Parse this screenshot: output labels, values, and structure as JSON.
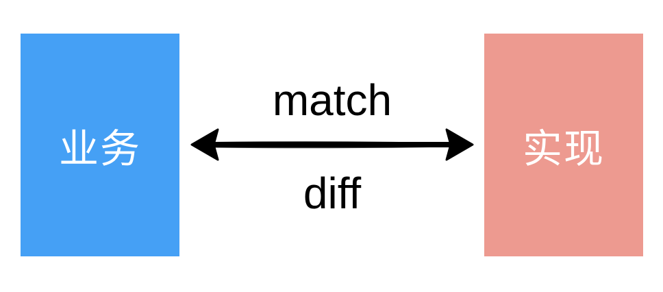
{
  "left_box": {
    "label": "业务",
    "color": "#45a0f5"
  },
  "right_box": {
    "label": "实现",
    "color": "#ed9a90"
  },
  "arrow": {
    "top_label": "match",
    "bottom_label": "diff",
    "direction": "bidirectional",
    "color": "#000000"
  }
}
